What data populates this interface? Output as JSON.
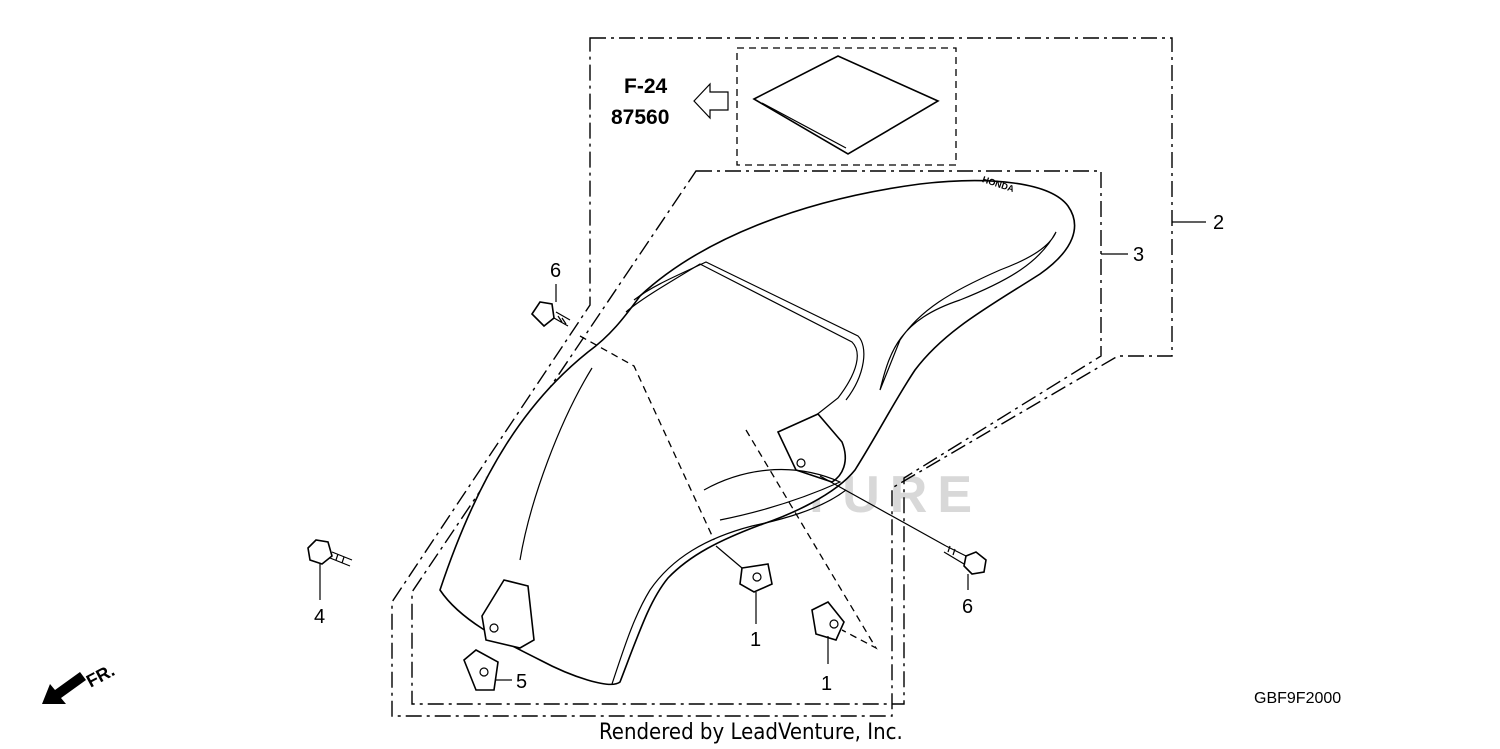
{
  "reference": {
    "figure": "F-24",
    "part_number": "87560"
  },
  "callouts": {
    "c2": "2",
    "c3": "3",
    "c6_top": "6",
    "c6_right": "6",
    "c4": "4",
    "c1_left": "1",
    "c1_right": "1",
    "c5": "5"
  },
  "direction_label": "FR.",
  "diagram_code": "GBF9F2000",
  "footer": "Rendered by LeadVenture, Inc.",
  "watermark": "LEADVENTURE",
  "fender_brand": "HONDA"
}
